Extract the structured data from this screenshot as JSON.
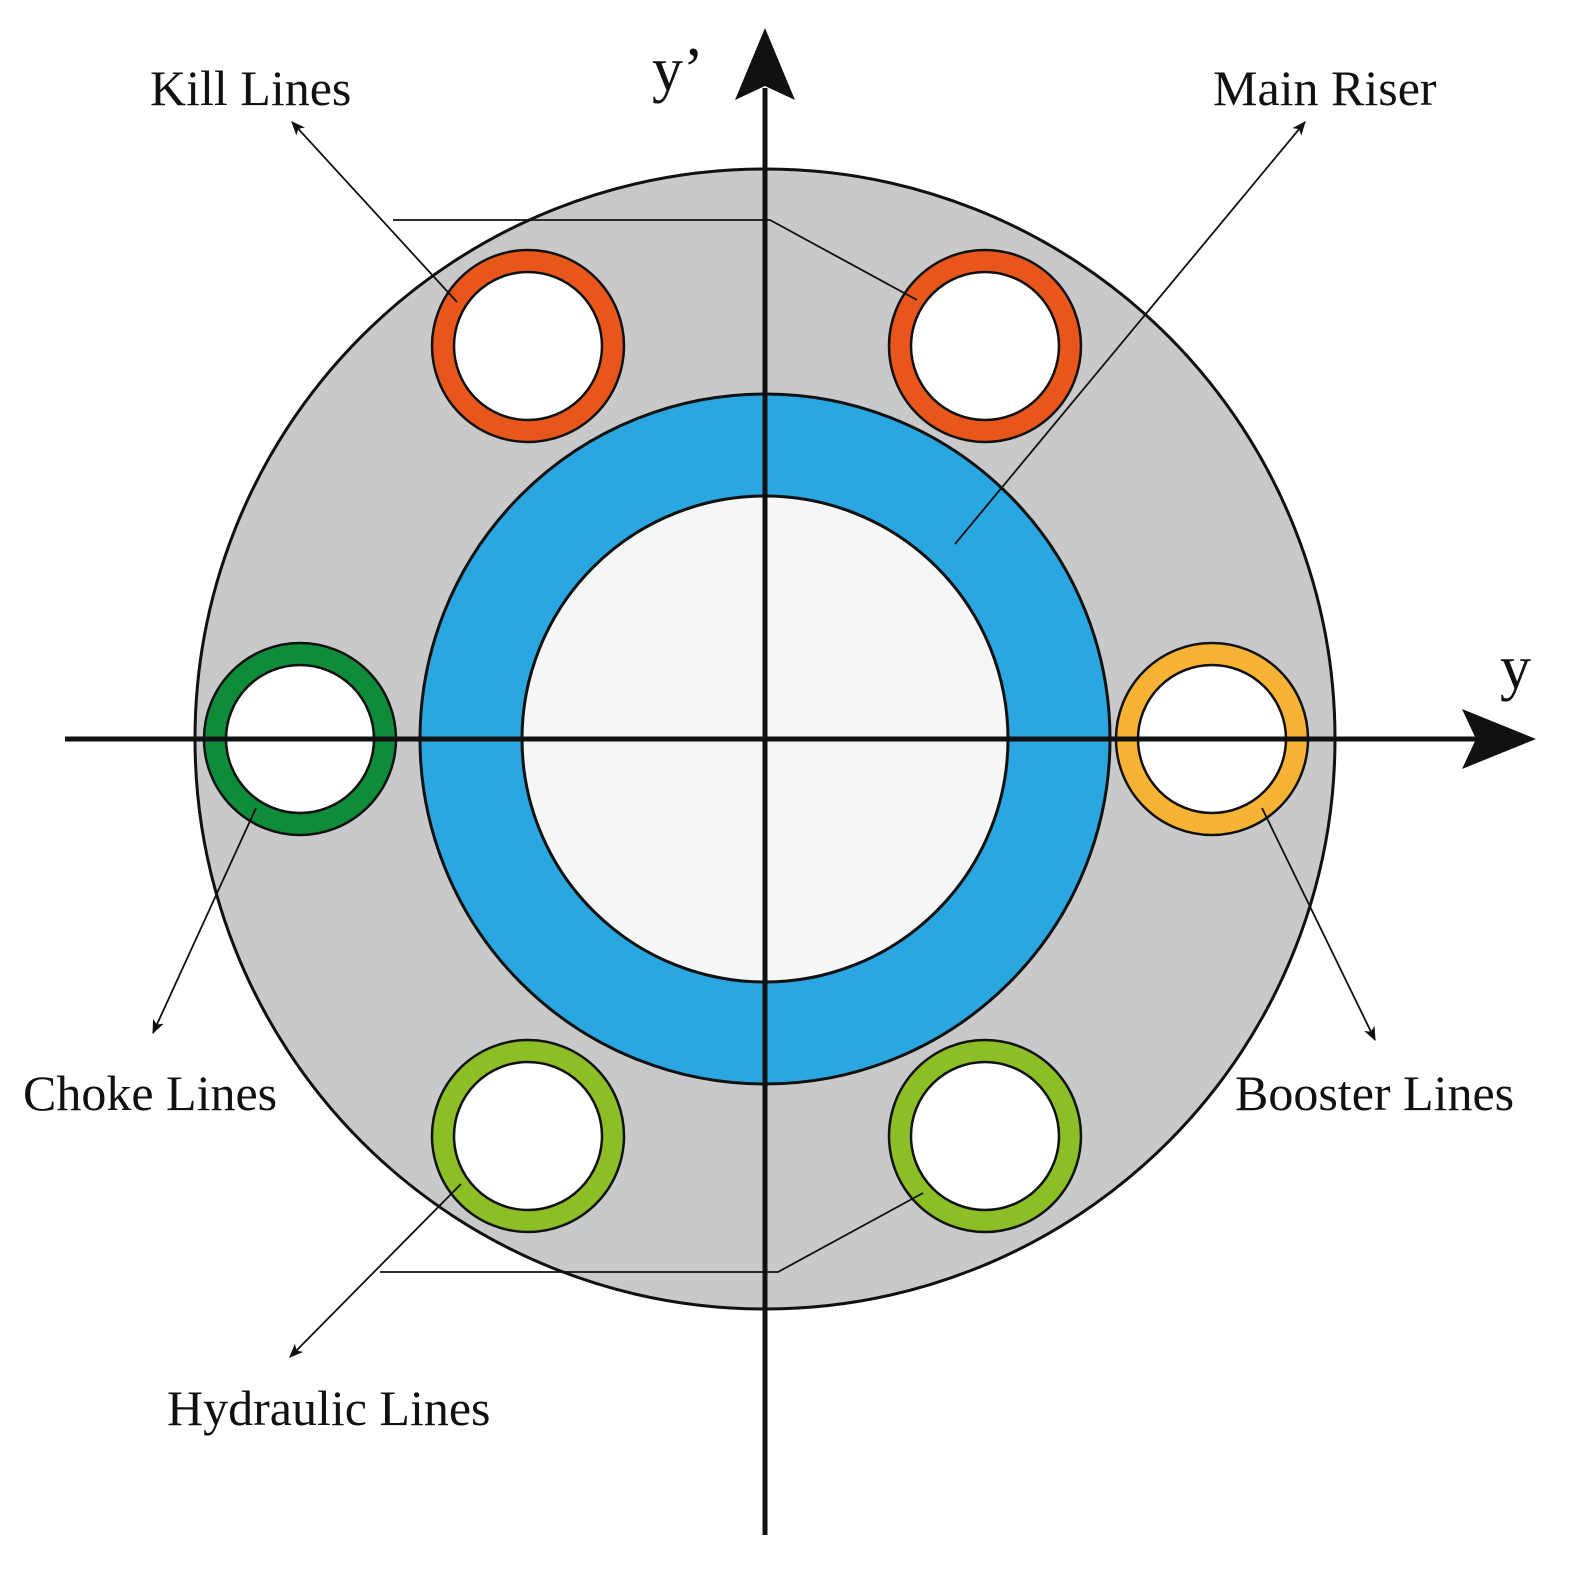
{
  "labels": {
    "kill_lines": "Kill Lines",
    "main_riser": "Main Riser",
    "choke_lines": "Choke Lines",
    "booster_lines": "Booster Lines",
    "hydraulic_lines": "Hydraulic Lines",
    "axis_vertical": "y’",
    "axis_horizontal": "y"
  },
  "colors": {
    "outer_body": "#c8c9ca",
    "riser_wall": "#2aa6e0",
    "riser_bore": "#f5f7f7",
    "kill_lines": "#e8561c",
    "choke_lines": "#0e8c3a",
    "booster_lines": "#f7b334",
    "hydraulic_lines": "#8cbf26",
    "outline": "#111111"
  }
}
